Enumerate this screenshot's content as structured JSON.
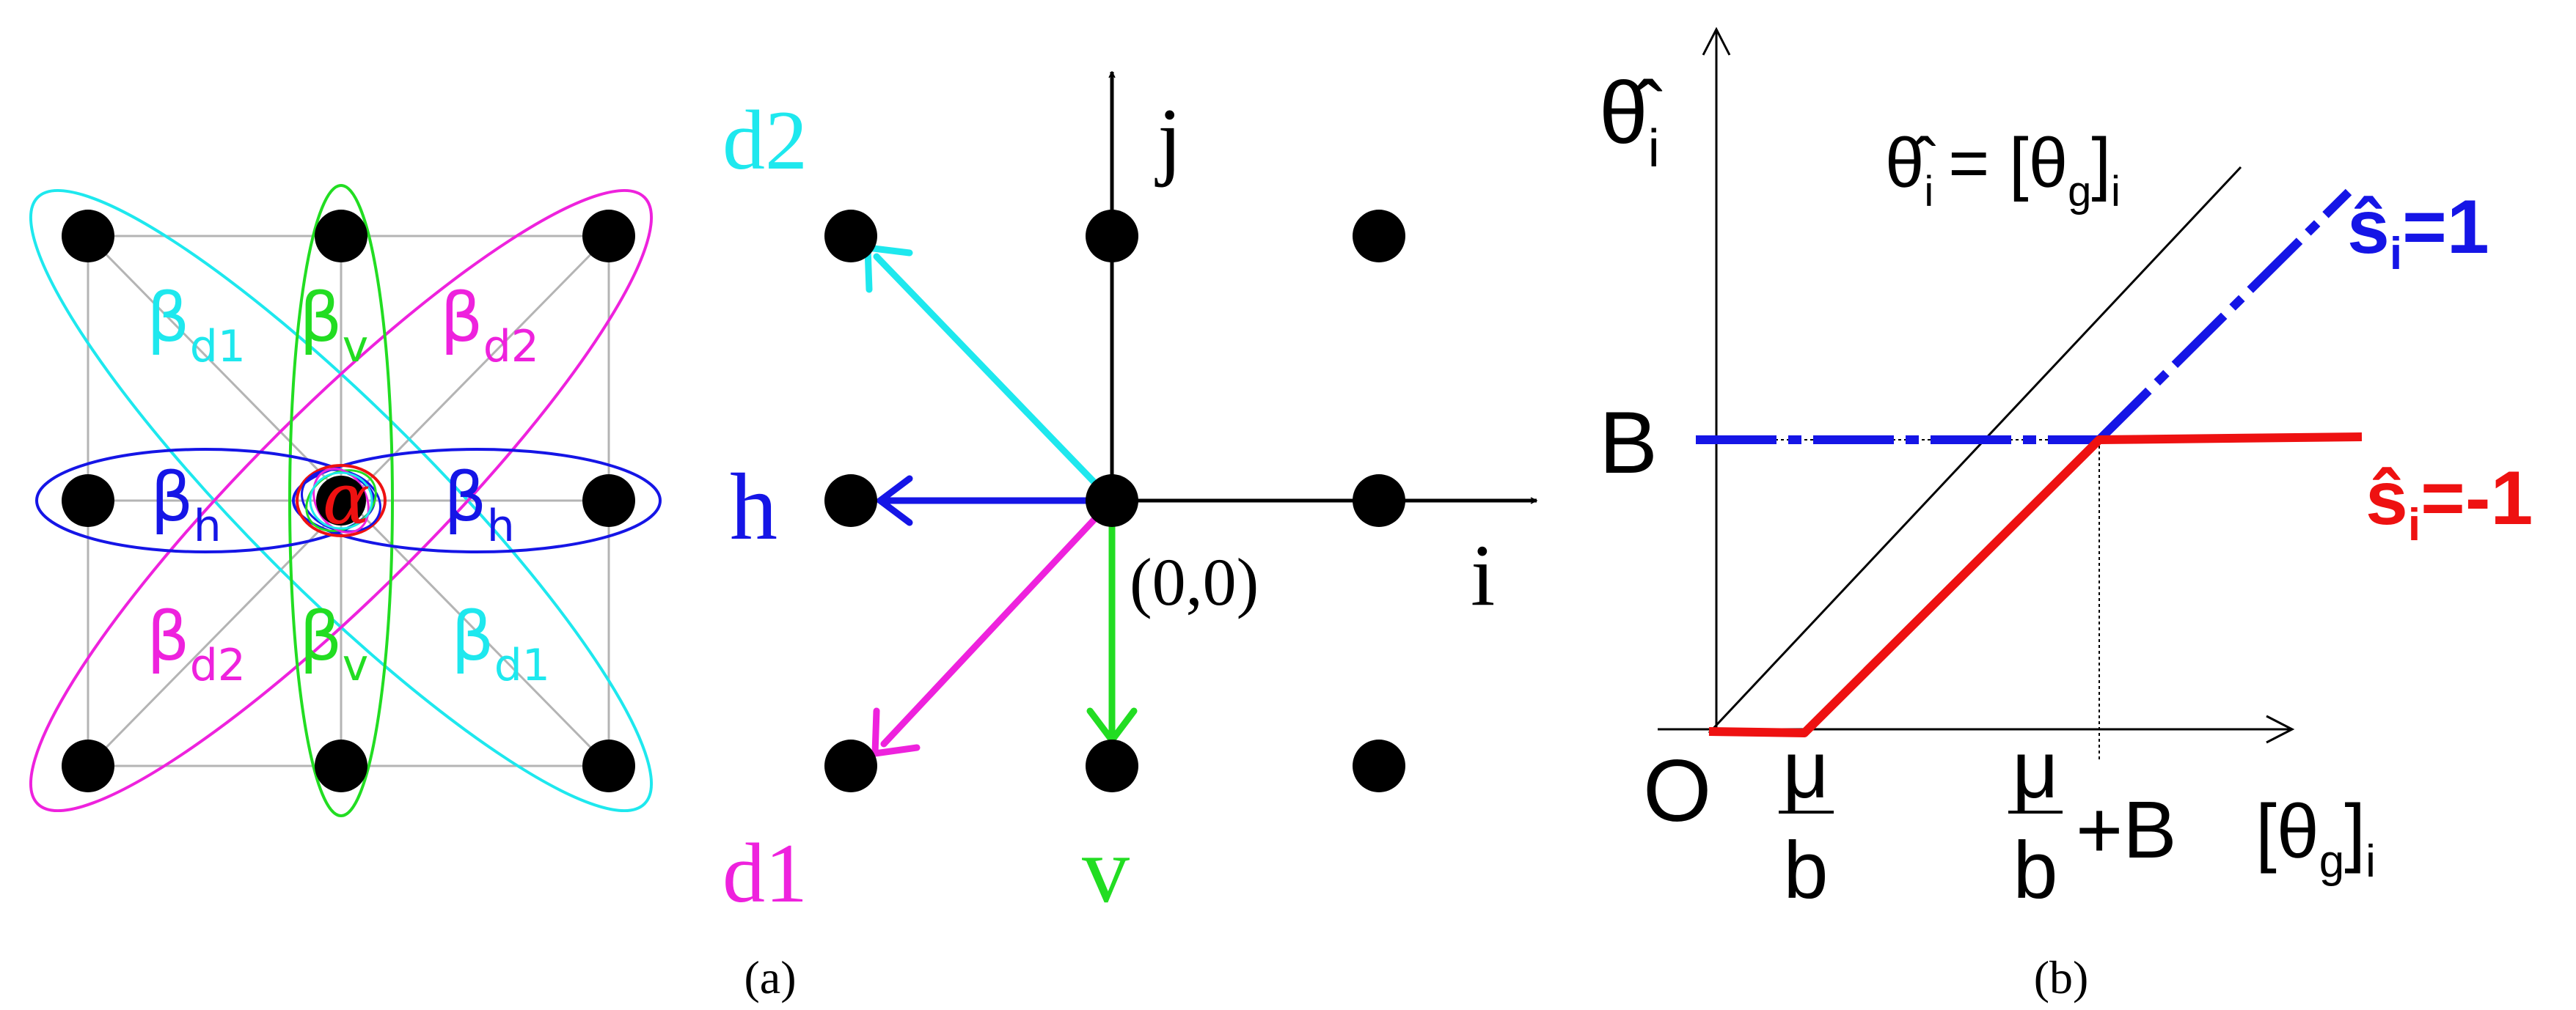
{
  "panel_a": {
    "caption": "(a)",
    "clique_labels": {
      "d1_top": "βd1",
      "v_top": "βv",
      "d2_top": "βd2",
      "h_left": "βh",
      "h_right": "βh",
      "d2_bottom": "βd2",
      "v_bottom": "βv",
      "d1_bottom": "βd1"
    },
    "beta": "β",
    "sub_d1": "d1",
    "sub_d2": "d2",
    "sub_v": "v",
    "sub_h": "h",
    "alpha": "α",
    "lattice": {
      "axis_j": "j",
      "axis_i": "i",
      "origin": "(0,0)",
      "dir_d2": "d2",
      "dir_h": "h",
      "dir_d1": "d1",
      "dir_v": "v"
    },
    "colors": {
      "cyan": "#1ee8ee",
      "green": "#22dd22",
      "magenta": "#ee22dd",
      "blue": "#1515e6",
      "red": "#ee1111",
      "black": "#000000"
    }
  },
  "panel_b": {
    "caption": "(b)",
    "y_axis_label": "θ̂i",
    "y_hat": "θ̂",
    "y_sub": "i",
    "identity_label_left": "θ̂",
    "identity_label_sub": "i",
    "identity_label_eq": "= [θ",
    "identity_label_g": "g",
    "identity_label_close": "]",
    "identity_label_sub2": "i",
    "curve_s_pos": {
      "s": "ŝ",
      "sub": "i",
      "rest": "=1"
    },
    "curve_s_neg": {
      "s": "ŝ",
      "sub": "i",
      "rest": "=-1"
    },
    "tick_B": "B",
    "tick_O": "O",
    "tick_mu": "μ",
    "tick_b": "b",
    "tick_plusB": "+B",
    "x_axis_label": {
      "open": "[θ",
      "g": "g",
      "close": "]",
      "sub": "i"
    },
    "colors": {
      "blue": "#1515e6",
      "red": "#ee1111",
      "black": "#000000"
    }
  },
  "chart_data": {
    "type": "line",
    "xlabel": "[θg]i",
    "ylabel": "θ̂i",
    "x_ticks": [
      "O",
      "μ/b",
      "μ/b+B"
    ],
    "y_ticks": [
      "B"
    ],
    "series": [
      {
        "name": "θ̂i = [θg]i",
        "color": "#000000",
        "style": "solid thin",
        "points": [
          [
            "O",
            "O"
          ],
          [
            "μ/b+B",
            "above B"
          ]
        ]
      },
      {
        "name": "ŝi=1",
        "color": "#1515e6",
        "style": "dash-dot",
        "points": [
          [
            "O",
            "B"
          ],
          [
            "μ/b+B",
            "B"
          ],
          [
            "beyond",
            "rising"
          ]
        ]
      },
      {
        "name": "ŝi=-1",
        "color": "#ee1111",
        "style": "solid thick",
        "points": [
          [
            "O",
            "O"
          ],
          [
            "μ/b",
            "O"
          ],
          [
            "μ/b+B",
            "B"
          ],
          [
            "beyond",
            "B"
          ]
        ]
      }
    ]
  }
}
